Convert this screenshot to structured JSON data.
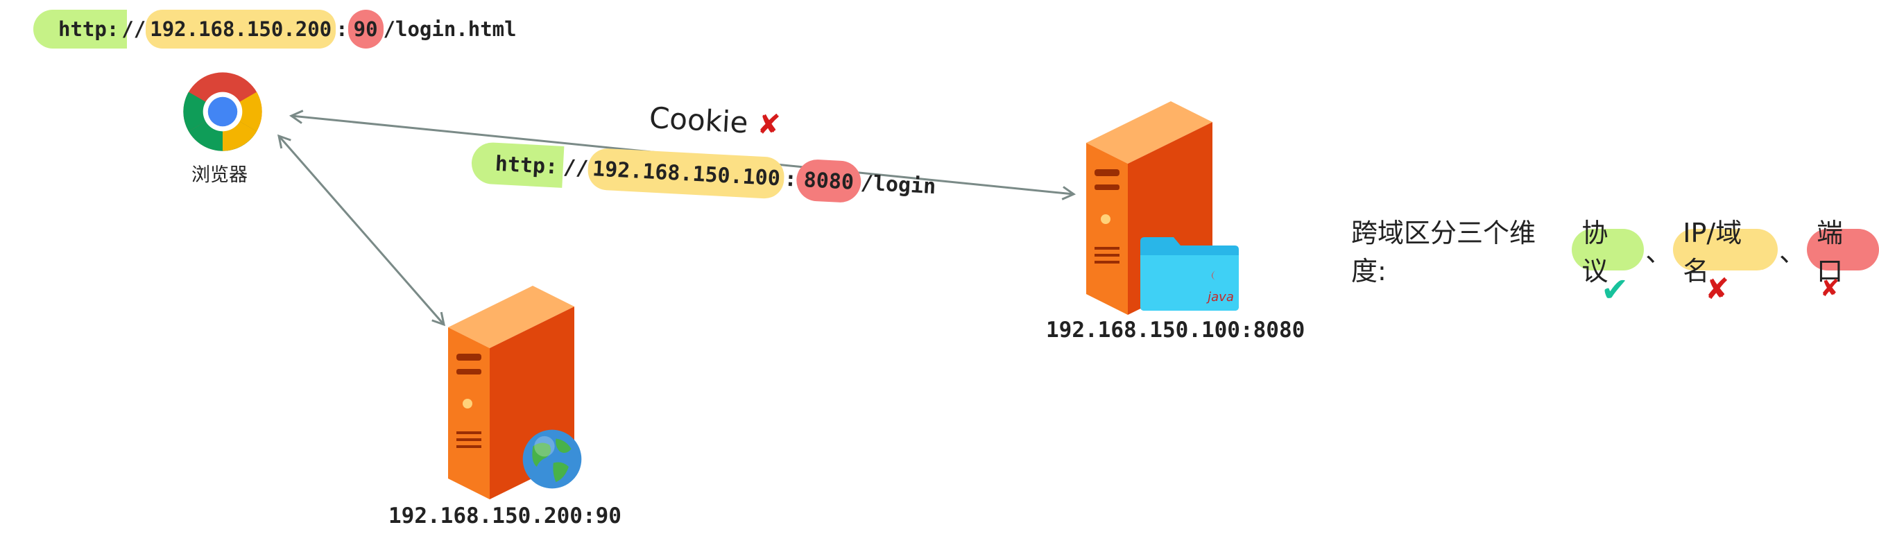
{
  "top_url": {
    "protocol": "http:",
    "slashes": "//",
    "ip": "192.168.150.200",
    "colon": ":",
    "port": "90",
    "path": "/login.html"
  },
  "browser": {
    "label": "浏览器",
    "icon": "chrome-icon"
  },
  "cookie": {
    "label": "Cookie",
    "mark": "✘"
  },
  "mid_url": {
    "protocol": "http:",
    "slashes": "//",
    "ip": "192.168.150.100",
    "colon": ":",
    "port": "8080",
    "path": "/login"
  },
  "servers": {
    "backend": {
      "label": "192.168.150.100:8080",
      "badge": "java",
      "icon": "java-folder-icon"
    },
    "frontend": {
      "label": "192.168.150.200:90",
      "icon": "globe-icon"
    }
  },
  "cross_origin": {
    "prefix": "跨域区分三个维度:",
    "items": [
      {
        "label": "协议",
        "mark": "✔"
      },
      {
        "label": "IP/域名",
        "mark": "✘"
      },
      {
        "label": "端口",
        "mark": "✘"
      }
    ],
    "separator": "、"
  },
  "colors": {
    "protocol_highlight": "#c6f287",
    "ip_highlight": "#fce085",
    "port_highlight": "#f47c7c",
    "check": "#18c29c",
    "cross": "#d61b1b",
    "server_orange": "#f26a1b",
    "arrow": "#7a8a87"
  }
}
